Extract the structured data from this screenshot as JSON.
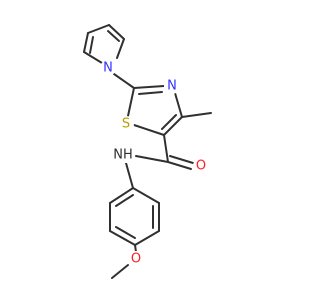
{
  "molecule": {
    "atom_labels": {
      "pyrrole_n": "N",
      "thiazole_n": "N",
      "thiazole_s": "S",
      "carbonyl_o": "O",
      "amide_nh": "NH",
      "methoxy_o": "O"
    },
    "colors": {
      "bond": "#303030",
      "nitrogen": "#3333ff",
      "sulfur": "#b8a000",
      "oxygen": "#ff2020",
      "nh": "#303030"
    }
  }
}
